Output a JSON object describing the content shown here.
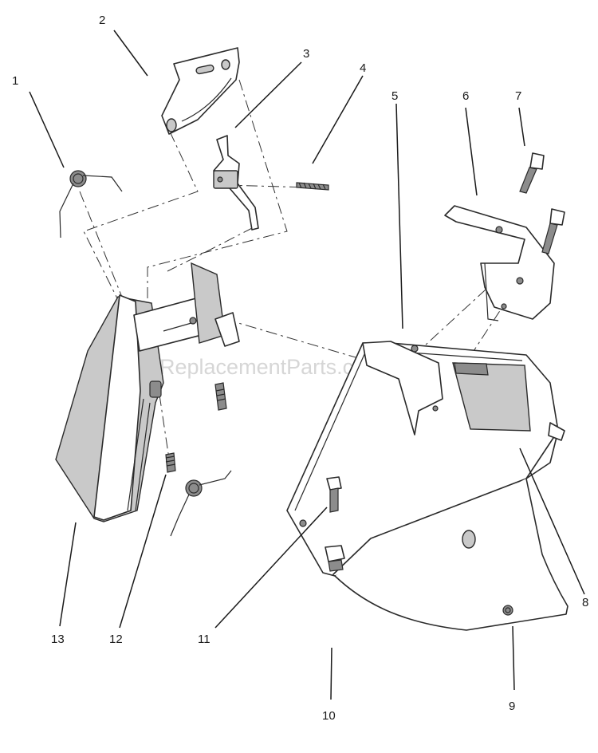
{
  "watermark": "eReplacementParts.com",
  "callouts": [
    {
      "id": "1",
      "label": "1"
    },
    {
      "id": "2",
      "label": "2"
    },
    {
      "id": "3",
      "label": "3"
    },
    {
      "id": "4",
      "label": "4"
    },
    {
      "id": "5",
      "label": "5"
    },
    {
      "id": "6",
      "label": "6"
    },
    {
      "id": "7",
      "label": "7"
    },
    {
      "id": "8",
      "label": "8"
    },
    {
      "id": "9",
      "label": "9"
    },
    {
      "id": "10",
      "label": "10"
    },
    {
      "id": "11",
      "label": "11"
    },
    {
      "id": "12",
      "label": "12"
    },
    {
      "id": "13",
      "label": "13"
    }
  ]
}
